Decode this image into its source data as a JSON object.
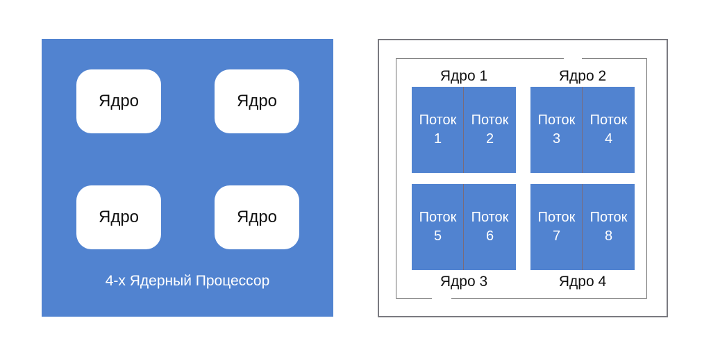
{
  "cpu": {
    "core_label": "Ядро",
    "caption": "4-х Ядерный Процессор"
  },
  "threads_diagram": {
    "thread_label": "Поток",
    "cores": [
      {
        "label": "Ядро 1",
        "threads": [
          "1",
          "2"
        ]
      },
      {
        "label": "Ядро 2",
        "threads": [
          "3",
          "4"
        ]
      },
      {
        "label": "Ядро 3",
        "threads": [
          "5",
          "6"
        ]
      },
      {
        "label": "Ядро 4",
        "threads": [
          "7",
          "8"
        ]
      }
    ]
  },
  "colors": {
    "block": "#5183d0",
    "frame": "#7a7a80",
    "text_light": "#ffffff",
    "text_dark": "#111111"
  }
}
